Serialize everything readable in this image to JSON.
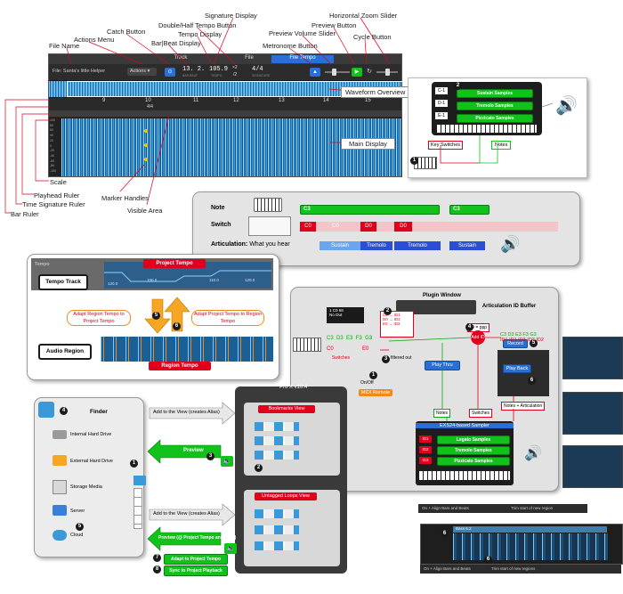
{
  "header_labels": {
    "signature_display": "Signature Display",
    "horizontal_zoom_slider": "Horizontal Zoom Slider",
    "double_half_tempo_button": "Double/Half Tempo Button",
    "preview_button": "Preview Button",
    "catch_button": "Catch Button",
    "tempo_display": "Tempo Display",
    "preview_volume_slider": "Preview Volume Slider",
    "actions_menu": "Actions Menu",
    "bar_beat_display": "Bar|Beat Display",
    "cycle_button": "Cycle Button",
    "file_name": "File Name",
    "metronome_button": "Metronome Button"
  },
  "side_labels": {
    "scale": "Scale",
    "playhead_ruler": "Playhead Ruler",
    "time_signature_ruler": "Time Signature Ruler",
    "bar_ruler": "Bar Ruler",
    "marker_handles": "Marker Handles",
    "visible_area": "Visible Area",
    "waveform_overview": "Waveform Overview",
    "main_display": "Main Display"
  },
  "editor": {
    "tabs": [
      "Track",
      "File",
      "File Tempo"
    ],
    "file_label": "File: Santa's little Helper",
    "actions": "Actions",
    "bar_beat": "13. 2.",
    "bar_beat_sub": "BAR   BEAT",
    "tempo": "105.9",
    "tempo_sub": "TEMPO",
    "tempo_factor_top": "×2",
    "tempo_factor_bottom": "/2",
    "signature": "4/4",
    "signature_sub": "SIGNATURE",
    "ruler_numbers": [
      "9",
      "10",
      "11",
      "12",
      "13",
      "14",
      "15"
    ],
    "sig_marker": "4/4",
    "scale_values": [
      "100",
      "80",
      "60",
      "40",
      "20",
      "0",
      "-20",
      "-40",
      "-60",
      "-80",
      "-100"
    ]
  },
  "articulation_keyswitch": {
    "keys": [
      "C-1",
      "D-1",
      "E-1"
    ],
    "samples": [
      "Sustain Samples",
      "Tremolo Samples",
      "Pizzicato Samples"
    ],
    "key_switches": "Key Switches",
    "notes": "Notes"
  },
  "articulation_timeline": {
    "note_label": "Note",
    "switch_label": "Switch",
    "articulation_label": "Articulation:",
    "articulation_sub": "What you hear",
    "note_blocks": [
      "C3",
      "C3"
    ],
    "switch_blocks": [
      "C0",
      "C0",
      "D0",
      "D0"
    ],
    "art_blocks": [
      "Sustain",
      "Tremolo",
      "Tremolo",
      "Sustain"
    ]
  },
  "tempo_diagram": {
    "tempo_header": "Tempo",
    "project_tempo": "Project Tempo",
    "tempo_track": "Tempo Track",
    "values": [
      "120.0",
      "100.0",
      "110.0",
      "120.0"
    ],
    "adapt_region": "Adapt Region Tempo to Project Tempo",
    "adapt_project": "Adapt Project Tempo to Region Tempo",
    "audio_region": "Audio Region",
    "region_tempo": "Region Tempo",
    "badges": [
      "5",
      "6"
    ]
  },
  "plugin_diagram": {
    "plugin_window": "Plugin Window",
    "articulation_id_buffer": "Articulation ID Buffer",
    "notes_row": [
      "C3",
      "D3",
      "E3",
      "F3",
      "G3"
    ],
    "switch_row": [
      "C0",
      "",
      "E0",
      "",
      "",
      "",
      ""
    ],
    "switches": "Switches",
    "filtered_out": "filtered out",
    "on_off": "On/Off",
    "midi_remote": "MIDI Remote",
    "status_top": "1 C0 68",
    "status_bottom": "No Out",
    "mapping": [
      "C0 → ID1",
      "D0 → ID2",
      "E0 → ID3"
    ],
    "id_ppp": "ID = ppp",
    "add_id": "Add ID",
    "play_thru": "Play Thru",
    "record": "Record",
    "play_back": "Play Back",
    "notes": "Notes",
    "switches2": "Switches",
    "notes_plus_art": "Notes + Articulation",
    "ids_row": [
      "C3",
      "D3",
      "E3",
      "F3",
      "G3"
    ],
    "ids_row2": [
      "ID1",
      "ID1",
      "ID3",
      "ID3",
      "ID2"
    ],
    "sampler": "EXS24-based Sampler",
    "ids": [
      "ID1",
      "ID2",
      "ID3"
    ],
    "samples": [
      "Legato Samples",
      "Tremolo Samples",
      "Pizzicato Samples"
    ],
    "badges": [
      "1",
      "2",
      "3",
      "4",
      "5",
      "6"
    ]
  },
  "finder_diagram": {
    "finder_title": "Finder",
    "pro_x": "Pro X v10.4",
    "sidebar": [
      "Internal Hard Drive",
      "External Hard Drive",
      "Storage Media",
      "Server",
      "Cloud"
    ],
    "add_to_view_1": "Add to the View (creates Alias)",
    "add_to_view_2": "Add to the View (creates Alias)",
    "bookmarks_view": "Bookmarks View",
    "untagged_loops_view": "Untagged Loops View",
    "preview": "Preview",
    "preview_project": "Preview (@ Project Tempo and sync)",
    "adapt": "Adapt to Project Tempo",
    "sync": "Sync to Project Playback",
    "badges": [
      "4",
      "5",
      "1",
      "2",
      "3",
      "6",
      "7",
      "8"
    ]
  },
  "regions": {
    "footer1_a": "On + Align Bars and Beats",
    "footer1_b": "Trim start of new region",
    "footer2_a": "On + Align Bars and Beats",
    "footer2_b": "Trim start of new regions",
    "region_title": "Bass 6.2",
    "badges": [
      "6",
      "6"
    ]
  },
  "colors": {
    "waveform": "#1e74b8",
    "green": "#11c21b",
    "red": "#e0001b",
    "blue": "#2a6fd6",
    "orange": "#f08a1c"
  }
}
